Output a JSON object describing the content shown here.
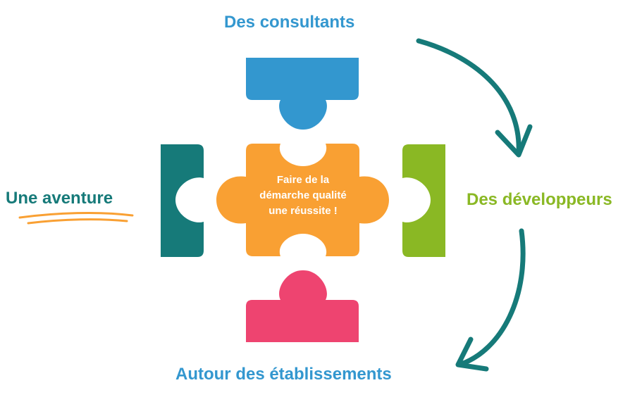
{
  "labels": {
    "top": "Des consultants",
    "left": "Une aventure",
    "right": "Des développeurs",
    "bottom": "Autour des établissements"
  },
  "center": {
    "lines": [
      "Faire de la",
      "démarche qualité",
      "une réussite !"
    ]
  },
  "colors": {
    "blue": "#3397cf",
    "teal": "#167a79",
    "green": "#8ab824",
    "orange": "#f9a033",
    "pink": "#ee4470",
    "underline": "#f9a033"
  }
}
